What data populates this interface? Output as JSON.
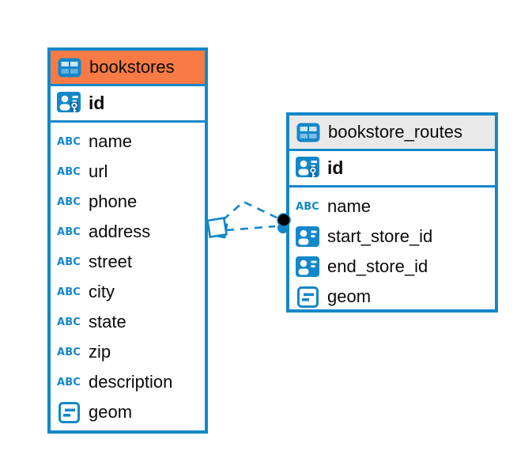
{
  "diagram": {
    "type": "entity-relationship",
    "background": "#ffffff"
  },
  "colors": {
    "accent_blue": "#1387C9",
    "bookstores_header": "#F87B45",
    "bookstore_routes_header": "#E9E9E9",
    "text": "#0A0A0A",
    "relationship_dot_black": "#000000",
    "relationship_line": "#1387C9"
  },
  "icons": {
    "table": "table-grid-icon",
    "primary_key": "person-key-icon",
    "foreign_key": "person-badge-icon",
    "text_type": "abc-icon",
    "geometry_type": "rect-dash-icon",
    "text_label": "ABC"
  },
  "tables": {
    "bookstores": {
      "title": "bookstores",
      "header_color": "#F87B45",
      "primary_key": {
        "name": "id",
        "icon": "person-key-icon"
      },
      "fields": [
        {
          "name": "name",
          "type": "text"
        },
        {
          "name": "url",
          "type": "text"
        },
        {
          "name": "phone",
          "type": "text"
        },
        {
          "name": "address",
          "type": "text"
        },
        {
          "name": "street",
          "type": "text"
        },
        {
          "name": "city",
          "type": "text"
        },
        {
          "name": "state",
          "type": "text"
        },
        {
          "name": "zip",
          "type": "text"
        },
        {
          "name": "description",
          "type": "text"
        },
        {
          "name": "geom",
          "type": "geometry"
        }
      ]
    },
    "bookstore_routes": {
      "title": "bookstore_routes",
      "header_color": "#E9E9E9",
      "primary_key": {
        "name": "id",
        "icon": "person-key-icon"
      },
      "fields": [
        {
          "name": "name",
          "type": "text"
        },
        {
          "name": "start_store_id",
          "type": "foreign-key"
        },
        {
          "name": "end_store_id",
          "type": "foreign-key"
        },
        {
          "name": "geom",
          "type": "geometry"
        }
      ]
    }
  },
  "relationships": [
    {
      "from_table": "bookstore_routes",
      "from_column": "start_store_id",
      "to_table": "bookstores",
      "to_column": "id",
      "line_style": "dashed",
      "source_marker": "black-dot",
      "target_marker": "diamond"
    },
    {
      "from_table": "bookstore_routes",
      "from_column": "end_store_id",
      "to_table": "bookstores",
      "to_column": "id",
      "line_style": "dashed",
      "source_marker": "blue-dot",
      "target_marker": "diamond"
    }
  ]
}
